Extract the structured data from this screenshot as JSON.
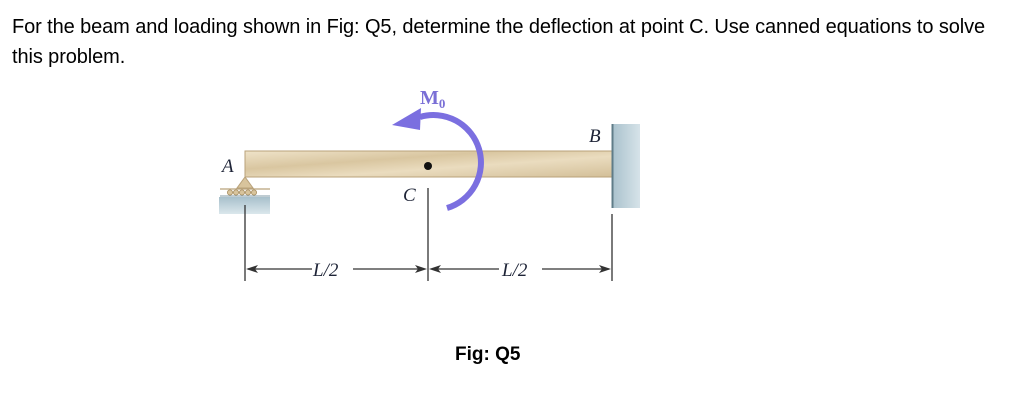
{
  "question": {
    "text": "For the beam and loading shown in Fig: Q5, determine the deflection at point C.  Use canned equations to solve this problem."
  },
  "figure": {
    "caption": "Fig: Q5",
    "labels": {
      "support_left": "A",
      "support_right": "B",
      "point": "C",
      "moment": "M",
      "moment_subscript": "0",
      "dim_left": "L/2",
      "dim_right": "L/2"
    },
    "elements": {
      "left_support": "pin-roller-icon",
      "right_support": "fixed-wall-icon",
      "moment_arrow": "counterclockwise-moment-icon"
    },
    "colors": {
      "beam_fill": "#dccbaa",
      "beam_edge": "#b9a27a",
      "moment": "#7b6fe0",
      "wall": "#b7cdd6",
      "wall_edge": "#5f7c88",
      "ground": "#b9cfd8",
      "dimension": "#333333"
    }
  }
}
